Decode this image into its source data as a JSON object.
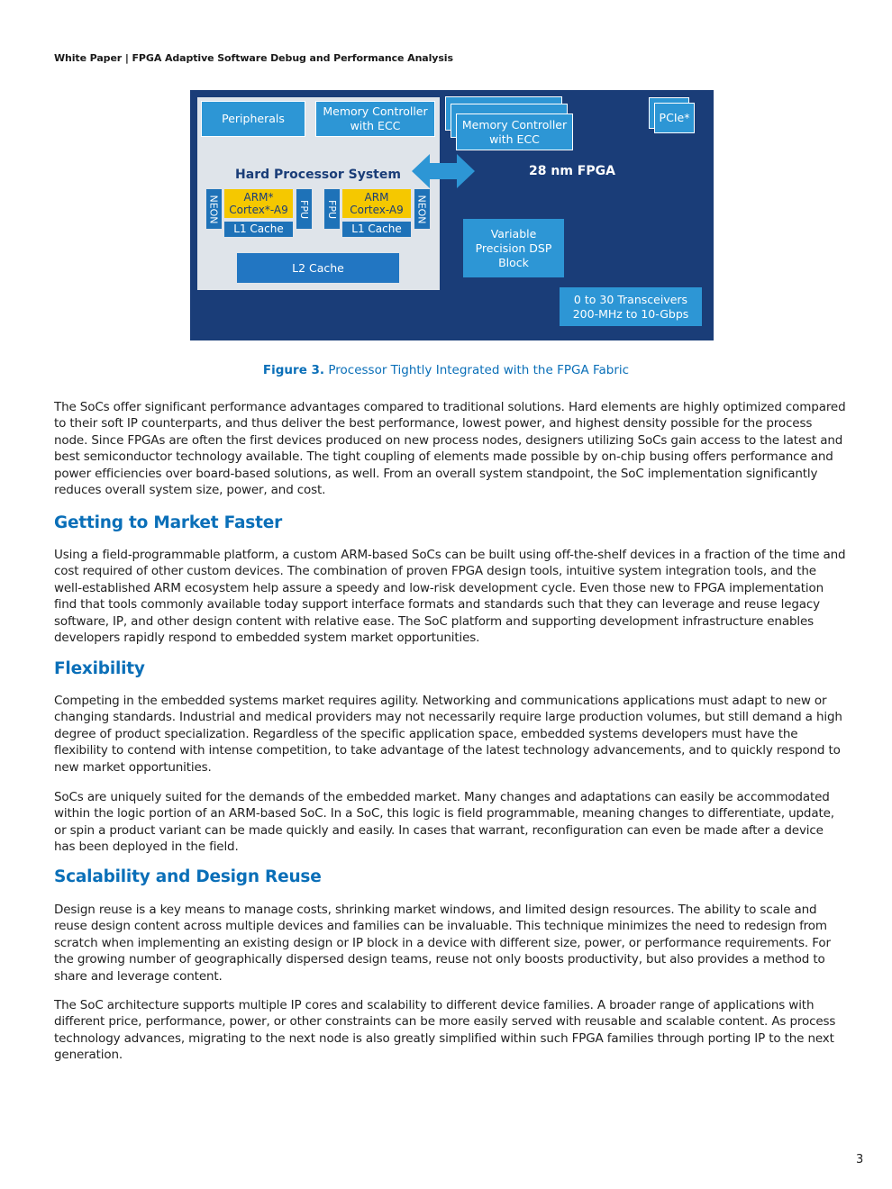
{
  "header": {
    "running_title": "White Paper | FPGA Adaptive Software Debug and Performance Analysis"
  },
  "figure": {
    "hps": {
      "title": "Hard Processor System",
      "peripherals": "Peripherals",
      "memory_controller_1": "Memory Controller",
      "memory_controller_2": "with ECC",
      "cpu_left": {
        "line1": "ARM*",
        "line2": "Cortex*-A9",
        "neon": "NEON",
        "fpu": "FPU",
        "l1": "L1 Cache"
      },
      "cpu_right": {
        "line1": "ARM",
        "line2": "Cortex-A9",
        "neon": "NEON",
        "fpu": "FPU",
        "l1": "L1 Cache"
      },
      "l2": "L2 Cache"
    },
    "fpga": {
      "title": "28 nm FPGA",
      "memory_controller_1": "Memory Controller",
      "memory_controller_2": "with ECC",
      "pcie": "PCIe*",
      "dsp_1": "Variable",
      "dsp_2": "Precision DSP",
      "dsp_3": "Block",
      "transceivers_1": "0 to 30 Transceivers",
      "transceivers_2": "200-MHz to 10-Gbps"
    },
    "colors": {
      "fabric": "#1a3d78",
      "block": "#2d96d5",
      "cpu": "#f5c800",
      "hps_bg": "#dfe4ea"
    }
  },
  "caption": {
    "label": "Figure 3.",
    "text": " Processor Tightly Integrated with the FPGA Fabric"
  },
  "intro_paragraph": "The SoCs offer significant performance advantages compared to traditional solutions. Hard elements are highly optimized compared to their soft IP counterparts, and thus deliver the best performance, lowest power, and highest density possible for the process node. Since FPGAs are often the first devices produced on new process nodes, designers utilizing SoCs gain access to the latest and best semiconductor technology available. The tight coupling of elements made possible by on-chip busing offers performance and power efficiencies over board-based solutions, as well. From an overall system standpoint, the SoC implementation significantly reduces overall system size, power, and cost.",
  "sections": [
    {
      "heading": "Getting to Market Faster",
      "paragraphs": [
        "Using a field-programmable platform, a custom ARM-based SoCs can be built using off-the-shelf devices in a fraction of the time and cost required of other custom devices. The combination of proven FPGA design tools, intuitive system integration tools, and the well-established ARM ecosystem help assure a speedy and low-risk development cycle. Even those new to FPGA implementation find that tools commonly available today support interface formats and standards such that they can leverage and reuse legacy software, IP, and other design content with relative ease. The SoC platform and supporting development infrastructure enables developers rapidly respond to embedded system market opportunities."
      ]
    },
    {
      "heading": "Flexibility",
      "paragraphs": [
        "Competing in the embedded systems market requires agility. Networking and communications applications must adapt to new or changing standards. Industrial and medical providers may not necessarily require large production volumes, but still demand a high degree of product specialization. Regardless of the specific application space, embedded systems developers must have the flexibility to contend with intense competition, to take advantage of the latest technology advancements, and to quickly respond to new market opportunities.",
        "SoCs are uniquely suited for the demands of the embedded market. Many changes and adaptations can easily be accommodated within the logic portion of an ARM-based SoC. In a SoC, this logic is field programmable, meaning changes to differentiate, update, or spin a product variant can be made quickly and easily. In cases that warrant, reconfiguration can even be made after a device has been deployed in the field."
      ]
    },
    {
      "heading": "Scalability and Design Reuse",
      "paragraphs": [
        "Design reuse is a key means to manage costs, shrinking market windows, and limited design resources. The ability to scale and reuse design content across multiple devices and families can be invaluable. This technique minimizes the need to redesign from scratch when implementing an existing design or IP block in a device with different size, power, or performance requirements. For the growing number of geographically dispersed design teams, reuse not only boosts productivity, but also provides a method to share and leverage content.",
        "The SoC architecture supports multiple IP cores and scalability to different device families. A broader range of applications with different price, performance, power, or other constraints can be more easily served with reusable and scalable content. As process technology advances, migrating to the next node is also greatly simplified within such FPGA families through porting IP to the next generation."
      ]
    }
  ],
  "page_number": "3"
}
